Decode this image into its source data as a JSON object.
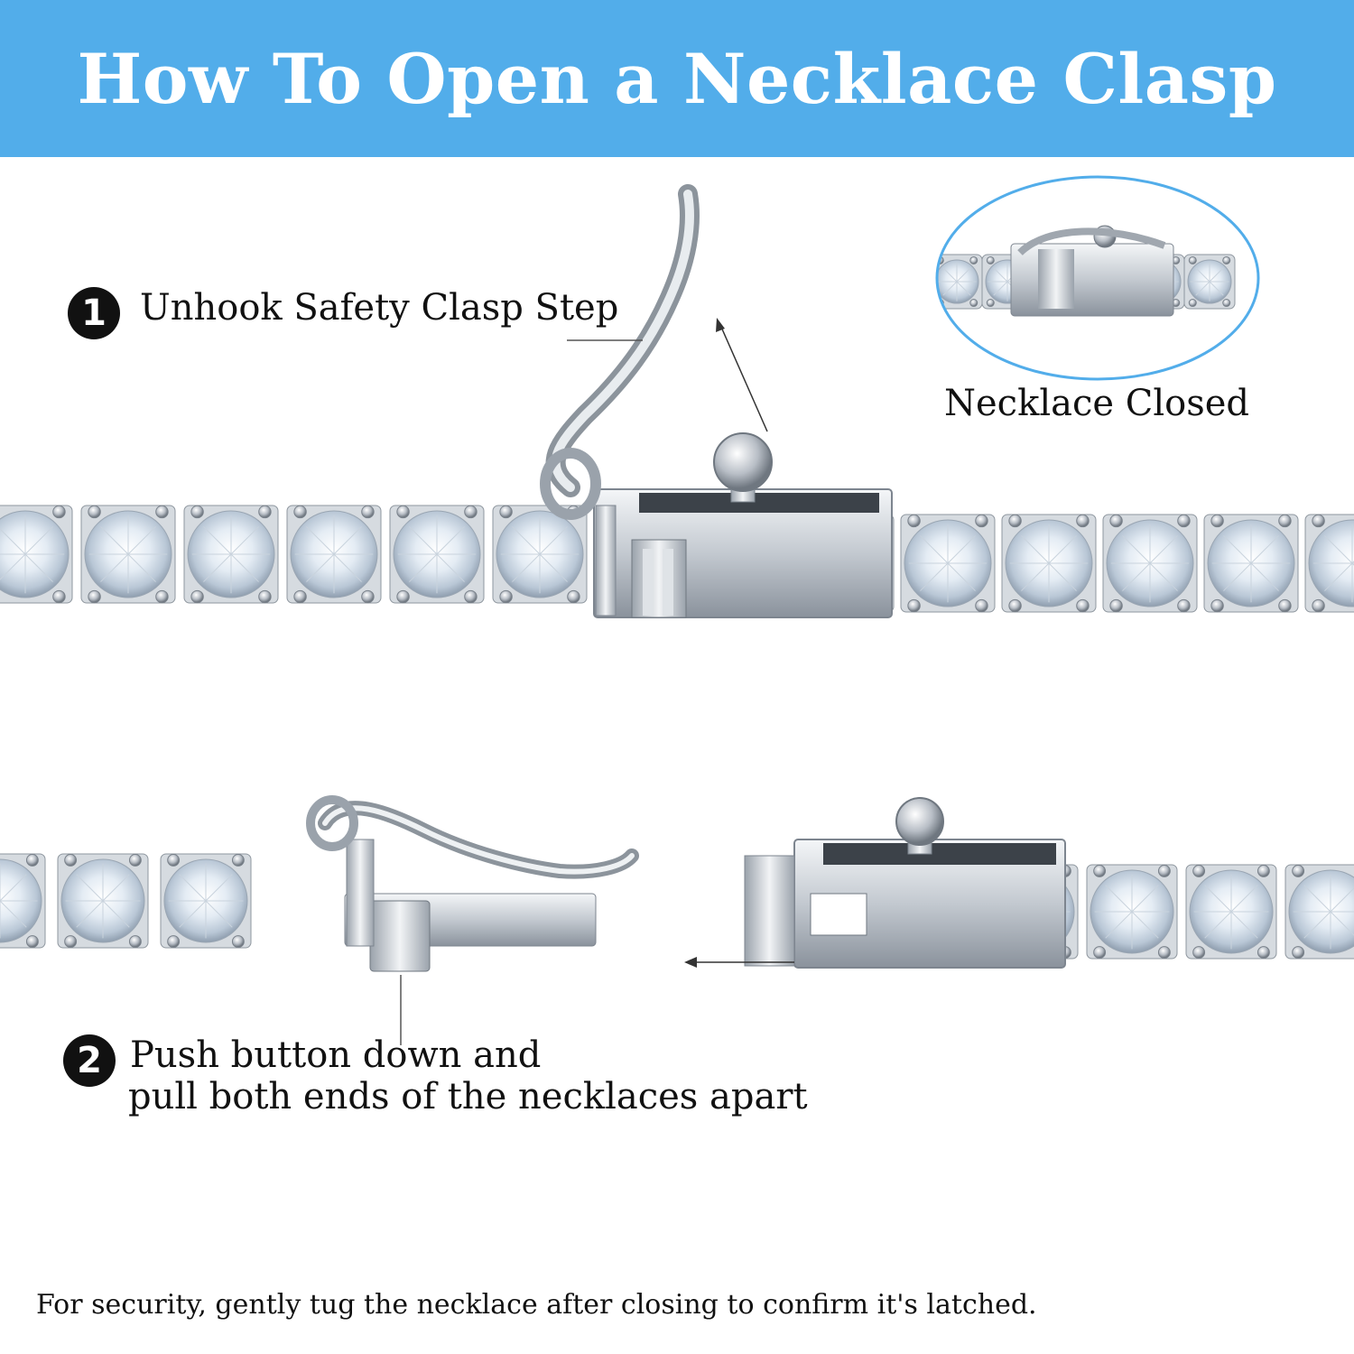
{
  "header": {
    "title": "How To Open a Necklace Clasp",
    "background_color": "#52adea"
  },
  "steps": [
    {
      "number": "1",
      "text": "Unhook Safety Clasp Step"
    },
    {
      "number": "2",
      "line1": "Push button down and",
      "line2": "pull both ends of the necklaces apart"
    }
  ],
  "inset": {
    "label": "Necklace Closed",
    "border_color": "#52adea"
  },
  "footer": {
    "note": "For security, gently tug the necklace after closing to confirm it's latched."
  },
  "images": {
    "top_necklace": "tennis-necklace-with-safety-clasp-unhooked",
    "bottom_necklace": "tennis-necklace-with-box-clasp-pulled-apart",
    "inset_necklace": "tennis-necklace-clasp-closed"
  }
}
